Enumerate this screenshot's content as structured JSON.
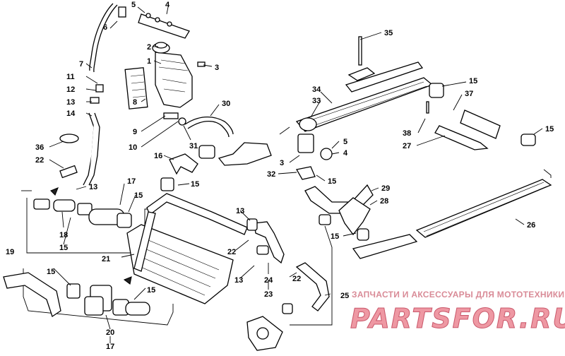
{
  "diagram": {
    "callouts": {
      "c1": "1",
      "c2": "2",
      "c3a": "3",
      "c3b": "3",
      "c4a": "4",
      "c4b": "4",
      "c5a": "5",
      "c5b": "5",
      "c6": "6",
      "c7": "7",
      "c8": "8",
      "c9": "9",
      "c10": "10",
      "c11": "11",
      "c12": "12",
      "c13a": "13",
      "c13b": "13",
      "c13c": "13",
      "c13d": "13",
      "c14": "14",
      "c15a": "15",
      "c15b": "15",
      "c15c": "15",
      "c15d": "15",
      "c15e": "15",
      "c15f": "15",
      "c15g": "15",
      "c15h": "15",
      "c15i": "15",
      "c16": "16",
      "c17a": "17",
      "c17b": "17",
      "c18": "18",
      "c19": "19",
      "c20": "20",
      "c21": "21",
      "c22a": "22",
      "c22b": "22",
      "c22c": "22",
      "c23": "23",
      "c24": "24",
      "c25": "25",
      "c26": "26",
      "c27": "27",
      "c28": "28",
      "c29": "29",
      "c30": "30",
      "c31": "31",
      "c32": "32",
      "c33": "33",
      "c34": "34",
      "c35": "35",
      "c36": "36",
      "c37": "37",
      "c38": "38"
    }
  },
  "watermark": {
    "caption": "ЗАПЧАСТИ И АКСЕССУАРЫ ДЛЯ МОТОТЕХНИКИ",
    "logo": "PARTSFOR.RU"
  }
}
